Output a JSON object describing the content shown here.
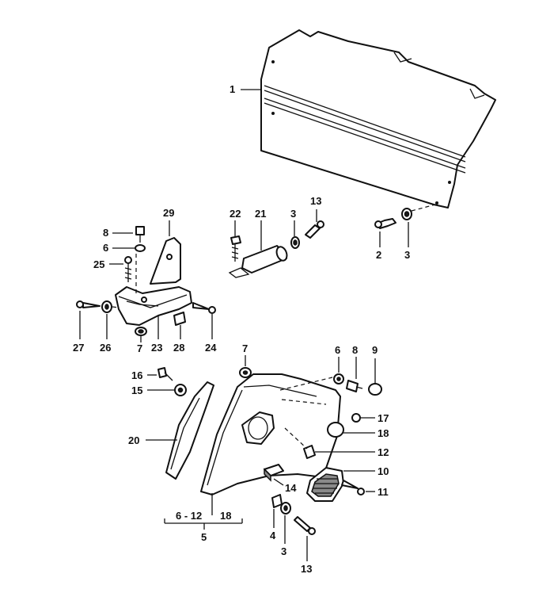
{
  "callouts": {
    "c1": "1",
    "c2": "2",
    "c3_top_a": "3",
    "c3_top_b": "3",
    "c3_bottom": "3",
    "c4": "4",
    "c5": "5",
    "c6_left": "6",
    "c6_right": "6",
    "c7_left": "7",
    "c7_mid": "7",
    "c8_left": "8",
    "c8_right": "8",
    "c9": "9",
    "c10": "10",
    "c11": "11",
    "c12": "12",
    "c13_top": "13",
    "c13_bottom": "13",
    "c14": "14",
    "c15": "15",
    "c16": "16",
    "c17": "17",
    "c18": "18",
    "c20": "20",
    "c21": "21",
    "c22": "22",
    "c23": "23",
    "c24": "24",
    "c25": "25",
    "c26": "26",
    "c27": "27",
    "c28": "28",
    "c29": "29"
  },
  "group": {
    "range_label": "6 - 12",
    "extra_label": "18"
  }
}
